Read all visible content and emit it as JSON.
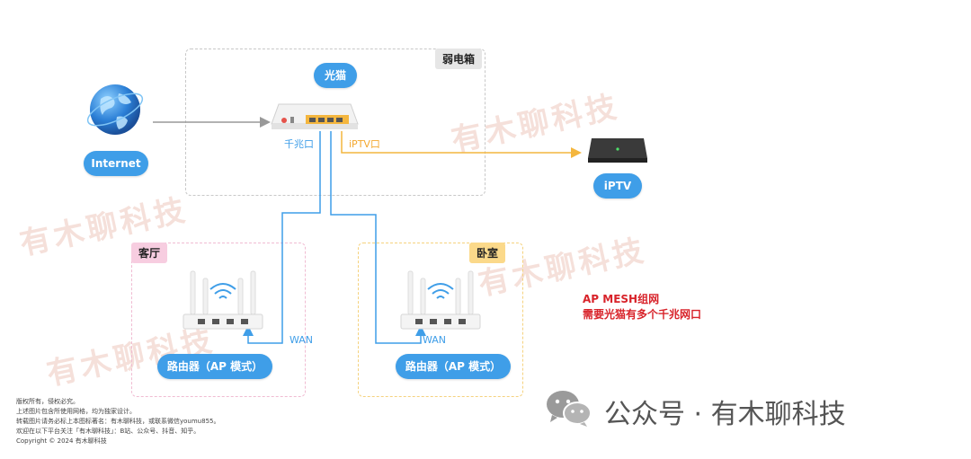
{
  "labels": {
    "weak_box": "弱电箱",
    "modem": "光猫",
    "internet": "Internet",
    "gigabit_port": "千兆口",
    "iptv_port": "iPTV口",
    "iptv": "iPTV",
    "living_room": "客厅",
    "bedroom": "卧室",
    "wan_left": "WAN",
    "wan_right": "WAN",
    "router_left": "路由器（AP 模式）",
    "router_right": "路由器（AP 模式）"
  },
  "note": {
    "line1": "AP MESH组网",
    "line2": "需要光猫有多个千兆网口"
  },
  "watermark": "有木聊科技",
  "copyright": [
    "版权所有，侵权必究。",
    "上述图片包含所使用网格，均为独家设计。",
    "转载图片请务必标上本图标著名：有木聊科技，或联系微信youmu855。",
    "欢迎在以下平台关注「有木聊科技」：B站、公众号、抖音、知乎。",
    "Copyright © 2024 有木聊科技"
  ],
  "brand": "公众号 · 有木聊科技",
  "colors": {
    "blue": "#3f9ee8",
    "orange": "#f4b63e",
    "pink_tag": "#f7cde0",
    "yellow_tag": "#fbd98a",
    "red_note": "#d8232a"
  }
}
